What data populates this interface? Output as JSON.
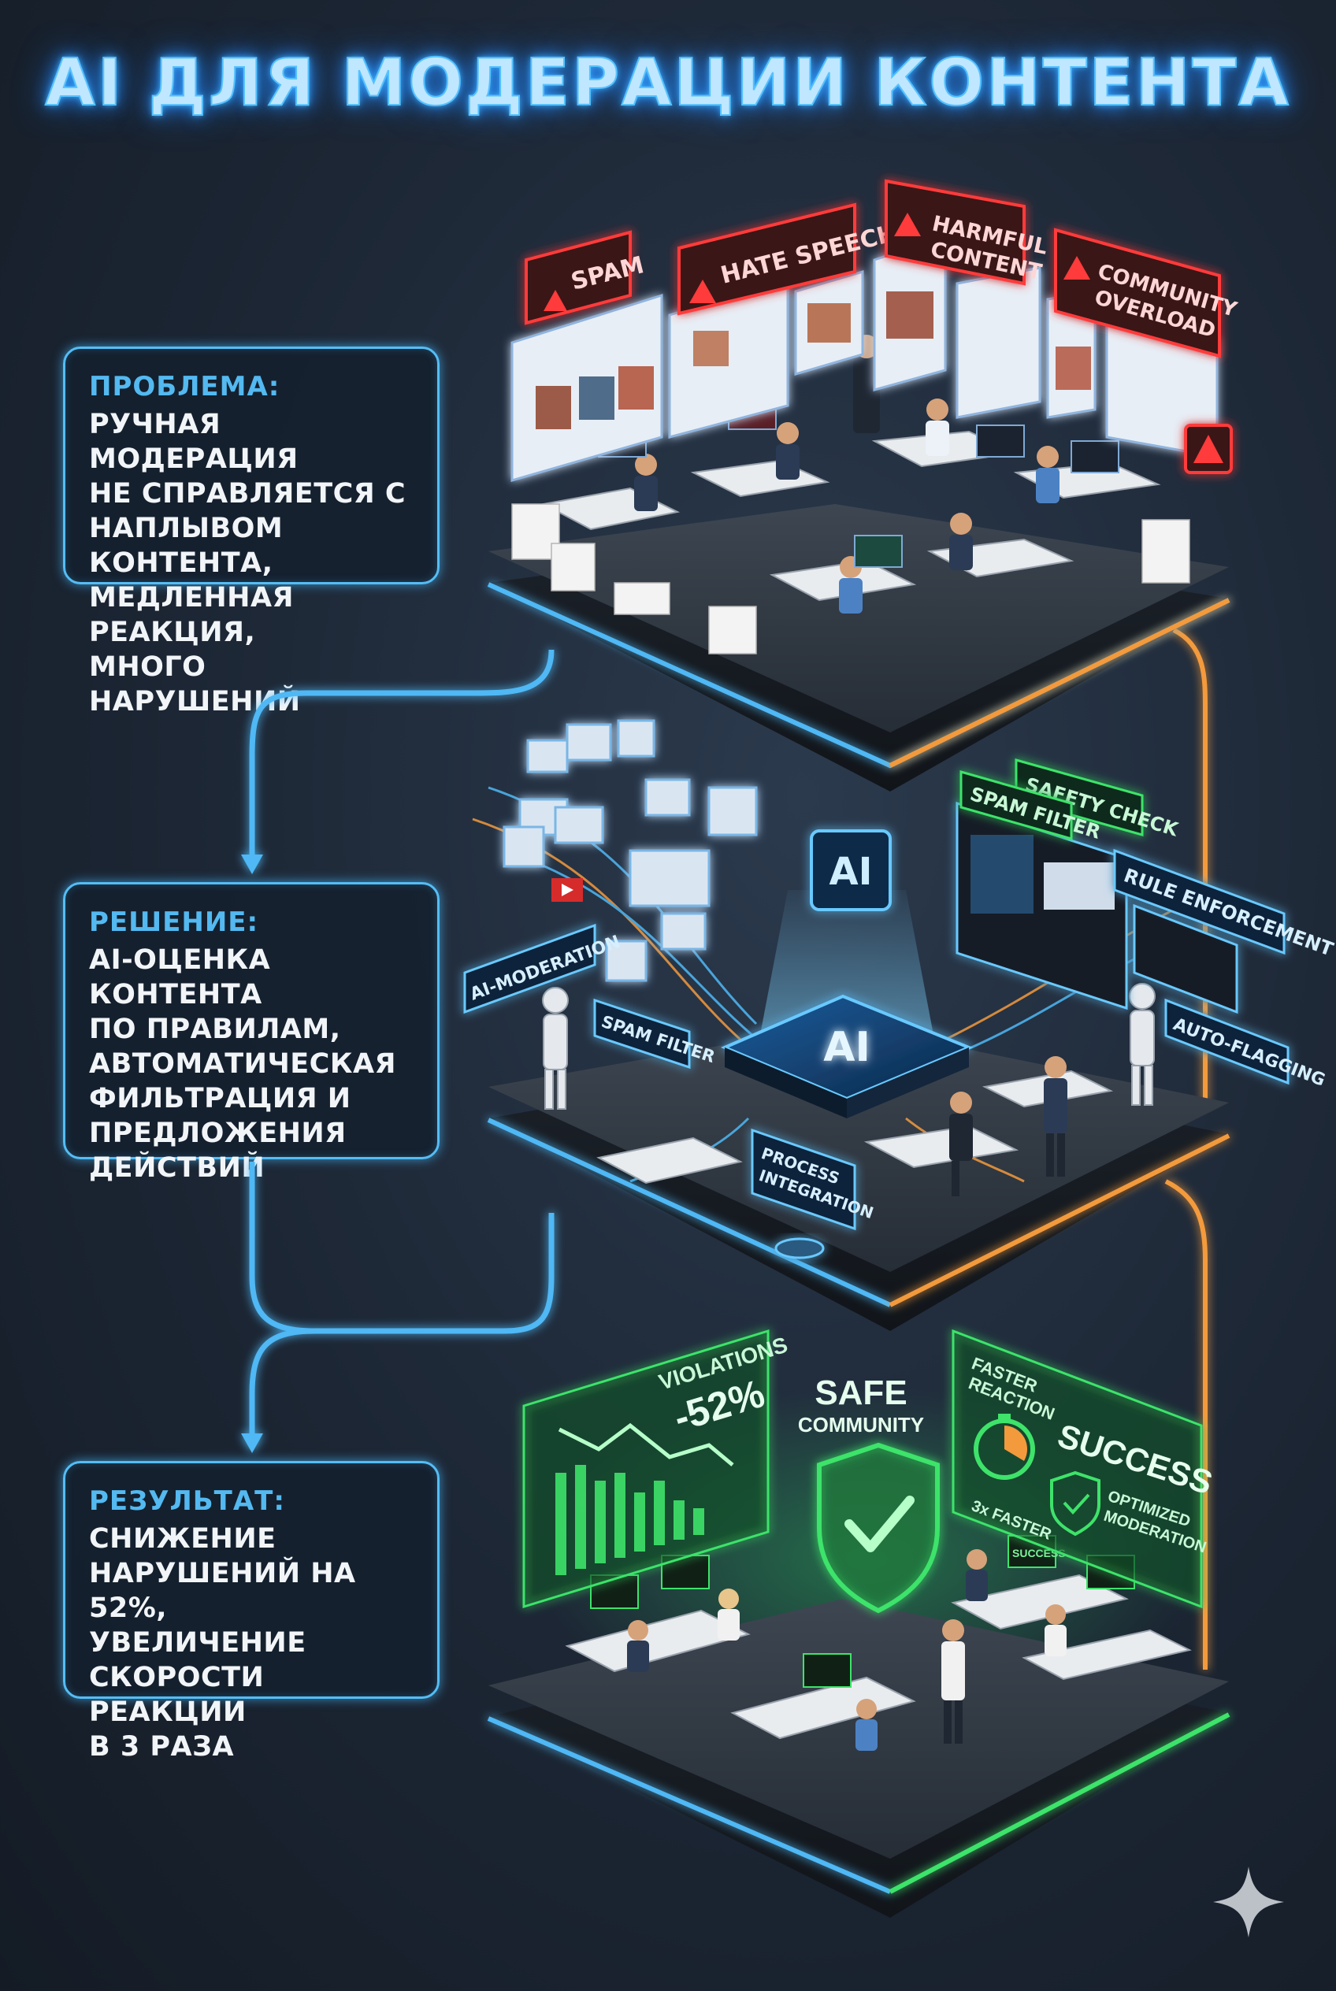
{
  "title": "AI ДЛЯ МОДЕРАЦИИ КОНТЕНТА",
  "cards": [
    {
      "heading": "ПРОБЛЕМА:",
      "lines": [
        "РУЧНАЯ МОДЕРАЦИЯ",
        "НЕ СПРАВЛЯЕТСЯ С",
        "НАПЛЫВОМ КОНТЕНТА,",
        "МЕДЛЕННАЯ РЕАКЦИЯ,",
        "МНОГО НАРУШЕНИЙ"
      ]
    },
    {
      "heading": "РЕШЕНИЕ:",
      "lines": [
        "AI-ОЦЕНКА КОНТЕНТА",
        "ПО ПРАВИЛАМ,",
        "АВТОМАТИЧЕСКАЯ",
        "ФИЛЬТРАЦИЯ И",
        "ПРЕДЛОЖЕНИЯ",
        "ДЕЙСТВИЙ"
      ]
    },
    {
      "heading": "РЕЗУЛЬТАТ:",
      "lines": [
        "СНИЖЕНИЕ",
        "НАРУШЕНИЙ НА 52%,",
        "УВЕЛИЧЕНИЕ",
        "СКОРОСТИ РЕАКЦИИ",
        "В 3 РАЗА"
      ]
    }
  ],
  "warnings": {
    "spam": "SPAM",
    "hate_speech": "HATE SPEECH",
    "harmful_1": "HARMFUL",
    "harmful_2": "CONTENT",
    "community_1": "COMMUNITY",
    "community_2": "OVERLOAD"
  },
  "solution_tags": {
    "ai_chip": "AI",
    "ai_chip_top": "AI",
    "safety_check": "SAFETY CHECK",
    "spam_filter_top": "SPAM FILTER",
    "rule_enforcement": "RULE ENFORCEMENT",
    "ai_moderation": "AI-MODERATION",
    "spam_filter_left": "SPAM FILTER",
    "auto_flagging": "AUTO-FLAGGING",
    "process_1": "PROCESS",
    "process_2": "INTEGRATION"
  },
  "result_tags": {
    "violations": "VIOLATIONS",
    "violations_value": "-52%",
    "safe": "SAFE",
    "community": "COMMUNITY",
    "faster_1": "FASTER",
    "faster_2": "REACTION",
    "faster_3x": "3x FASTER",
    "success": "SUCCESS",
    "optimized_1": "OPTIMIZED",
    "optimized_2": "MODERATION",
    "screen_success": "SUCCESS"
  },
  "colors": {
    "blue_neon": "#4fb8f5",
    "orange_neon": "#f39a3c",
    "red_neon": "#ff3b3b",
    "green_neon": "#3ee36a",
    "ai_blue": "#69c9ff"
  }
}
